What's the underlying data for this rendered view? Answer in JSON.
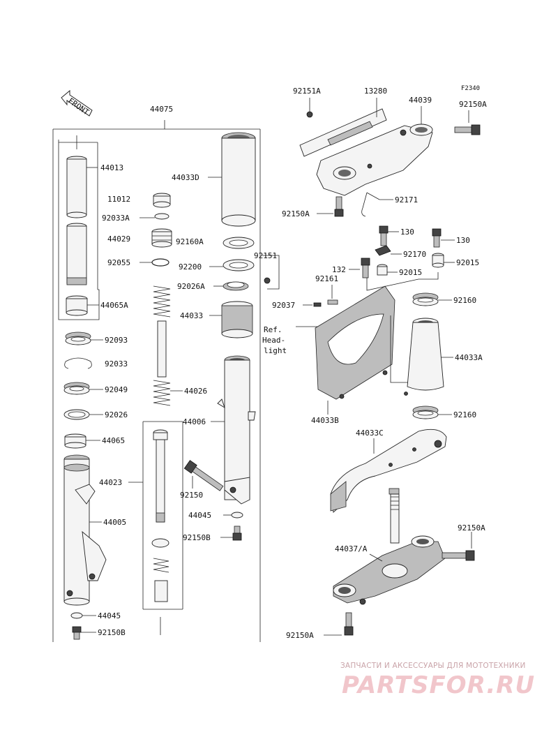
{
  "figure_code": "F2340",
  "front_label": "FRONT",
  "ref_note": [
    "Ref.",
    "Head-",
    "light"
  ],
  "watermark": {
    "tagline": "ЗАПЧАСТИ И АКСЕССУАРЫ ДЛЯ МОТОТЕХНИКИ",
    "logo": "PARTSFOR.RU",
    "color": "#e3a0a8"
  },
  "labels": {
    "p44075": "44075",
    "p44013": "44013",
    "p44065A": "44065A",
    "p92093": "92093",
    "p92033": "92033",
    "p92049": "92049",
    "p92026": "92026",
    "p44065": "44065",
    "p44023": "44023",
    "p44005": "44005",
    "p44045_a": "44045",
    "p92150B_a": "92150B",
    "p11012": "11012",
    "p92033A": "92033A",
    "p44029": "44029",
    "p92160A": "92160A",
    "p92055": "92055",
    "p44033D": "44033D",
    "p92151": "92151",
    "p92200": "92200",
    "p92026A": "92026A",
    "p44033": "44033",
    "p44026": "44026",
    "p44006": "44006",
    "p92150": "92150",
    "p44045_b": "44045",
    "p92150B_b": "92150B",
    "p92151A": "92151A",
    "p13280": "13280",
    "p44039": "44039",
    "p92150A_a": "92150A",
    "p92150A_b": "92150A",
    "p92171": "92171",
    "p130_a": "130",
    "p130_b": "130",
    "p92170": "92170",
    "p132": "132",
    "p92015_a": "92015",
    "p92015_b": "92015",
    "p92161": "92161",
    "p92037": "92037",
    "p92160_a": "92160",
    "p44033A": "44033A",
    "p44033B": "44033B",
    "p44033C": "44033C",
    "p92160_b": "92160",
    "p44037A": "44037/A",
    "p92150A_c": "92150A",
    "p92150A_d": "92150A"
  }
}
